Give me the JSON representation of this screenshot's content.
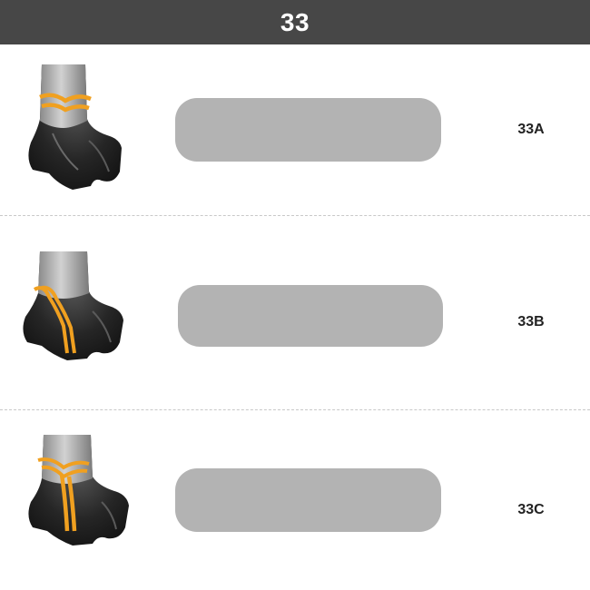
{
  "header": {
    "title": "33"
  },
  "colors": {
    "header_bg": "#474747",
    "fracture_line": "#f0a020",
    "bone_dark": "#1e1e1e",
    "bone_shaft": "#b0b0b0",
    "answer_bar": "#b3b3b3"
  },
  "rows": [
    {
      "code": "33A",
      "icon": "distal-femur-extraarticular-fracture-icon"
    },
    {
      "code": "33B",
      "icon": "distal-femur-partial-articular-fracture-icon"
    },
    {
      "code": "33C",
      "icon": "distal-femur-complete-articular-fracture-icon"
    }
  ]
}
